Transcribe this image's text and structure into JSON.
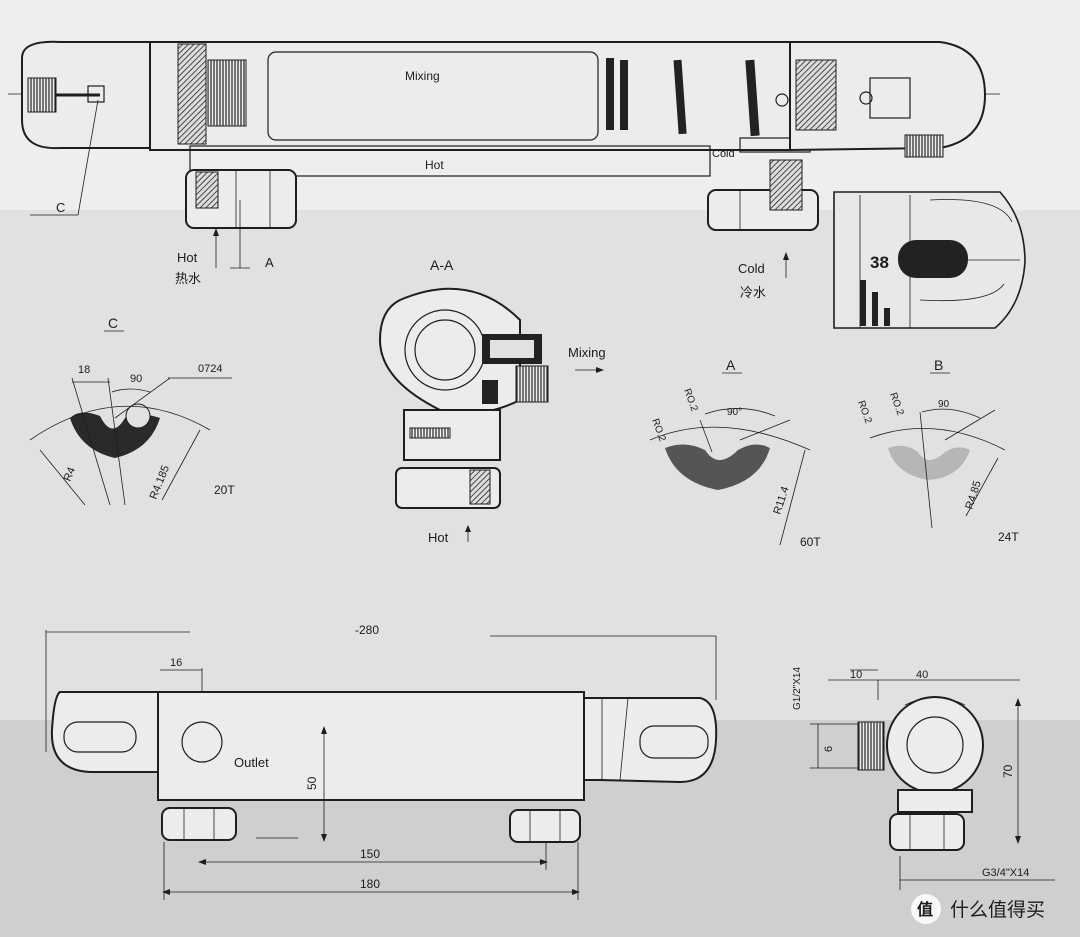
{
  "top_section": {
    "label_mixing": "Mixing",
    "label_hot": "Hot",
    "label_cold": "Cold",
    "label_c": "C",
    "label_hot_inlet": "Hot",
    "label_hot_cn": "热水",
    "label_a": "A",
    "label_cold_inlet": "Cold",
    "label_cold_cn": "冷水",
    "dial_value": "38"
  },
  "section_aa": {
    "title": "A-A",
    "label_mixing": "Mixing",
    "label_hot": "Hot"
  },
  "detail_c": {
    "title": "C",
    "dim_18": "18",
    "dim_90": "90",
    "dim_0724": "0724",
    "dim_r4": "R4",
    "dim_r4185": "R4.185",
    "teeth": "20T"
  },
  "detail_a": {
    "title": "A",
    "dim_ro2a": "RO.2",
    "dim_ro2b": "RO.2",
    "dim_90": "90°",
    "dim_r114": "R11.4",
    "teeth": "60T"
  },
  "detail_b": {
    "title": "B",
    "dim_ro2a": "RO.2",
    "dim_ro2b": "RO.2",
    "dim_90": "90",
    "dim_r485": "R4.85",
    "teeth": "24T"
  },
  "front_view": {
    "dim_280": "-280",
    "dim_16": "16",
    "label_outlet": "Outlet",
    "dim_50": "50",
    "dim_150": "150",
    "dim_180": "180"
  },
  "side_view": {
    "dim_thread_top": "G1/2\"X14",
    "dim_10": "10",
    "dim_40": "40",
    "dim_6": "6",
    "dim_70": "70",
    "dim_thread_bottom": "G3/4\"X14"
  },
  "watermark": {
    "badge": "值",
    "text": "什么值得买"
  }
}
